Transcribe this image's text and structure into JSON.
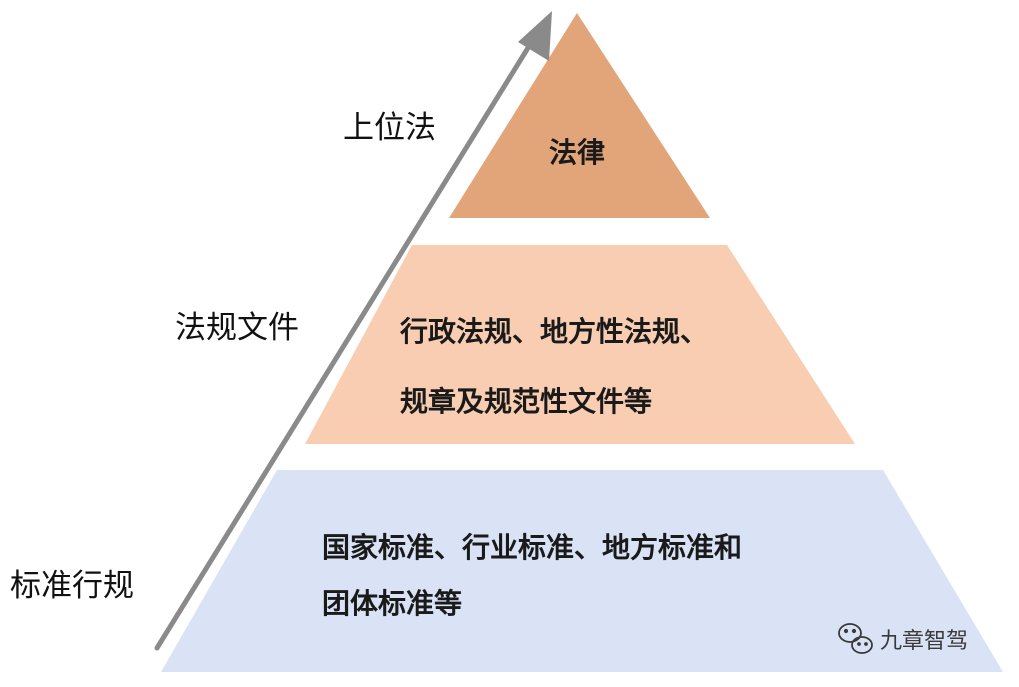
{
  "colors": {
    "tier_top": "#E2A57A",
    "tier_middle": "#F8CDB1",
    "tier_bottom": "#D9E3F5",
    "arrow": "#8A8A8A"
  },
  "tiers": [
    {
      "label": "上位法",
      "lines": [
        "法律"
      ]
    },
    {
      "label": "法规文件",
      "lines": [
        "行政法规、地方性法规、",
        "规章及规范性文件等"
      ]
    },
    {
      "label": "标准行规",
      "lines": [
        "国家标准、行业标准、地方标准和",
        "团体标准等"
      ]
    }
  ],
  "watermark": {
    "icon": "wechat-icon",
    "text": "九章智驾"
  }
}
